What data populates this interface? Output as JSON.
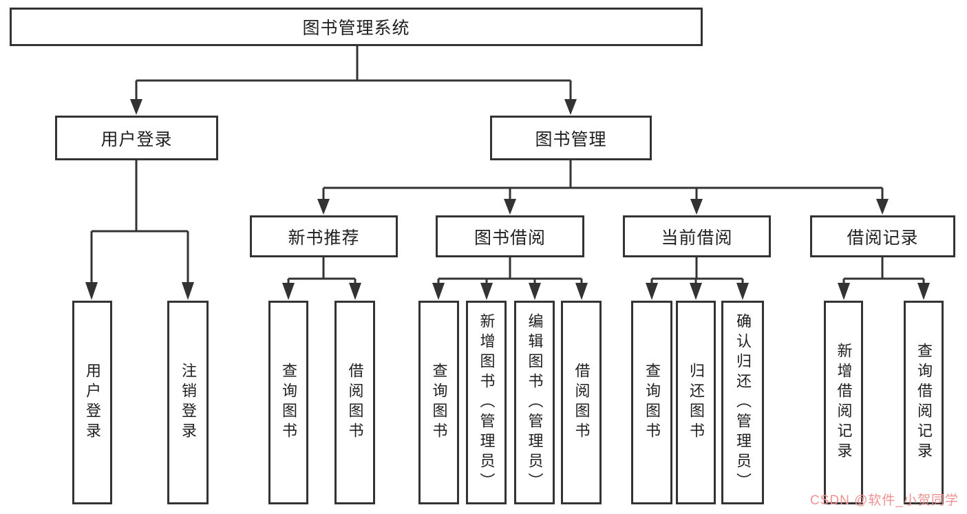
{
  "colors": {
    "background": "#ffffff",
    "line": "#333333",
    "box_border": "#333333",
    "box_fill": "#ffffff",
    "text": "#1f1f1f",
    "watermark": "#ef9191"
  },
  "tree": {
    "root": {
      "label": "图书管理系统"
    },
    "user_login": {
      "label": "用户登录",
      "children": [
        {
          "label": "用户登录"
        },
        {
          "label": "注销登录"
        }
      ]
    },
    "book_management": {
      "label": "图书管理",
      "groups": [
        {
          "label": "新书推荐",
          "children": [
            {
              "label": "查询图书"
            },
            {
              "label": "借阅图书"
            }
          ]
        },
        {
          "label": "图书借阅",
          "children": [
            {
              "label": "查询图书"
            },
            {
              "label": "新增图书（管理员）"
            },
            {
              "label": "编辑图书（管理员）"
            },
            {
              "label": "借阅图书"
            }
          ]
        },
        {
          "label": "当前借阅",
          "children": [
            {
              "label": "查询图书"
            },
            {
              "label": "归还图书"
            },
            {
              "label": "确认归还（管理员）"
            }
          ]
        },
        {
          "label": "借阅记录",
          "children": [
            {
              "label": "新增借阅记录"
            },
            {
              "label": "查询借阅记录"
            }
          ]
        }
      ]
    }
  },
  "watermark": {
    "text": "CSDN @软件_小贺同学"
  }
}
